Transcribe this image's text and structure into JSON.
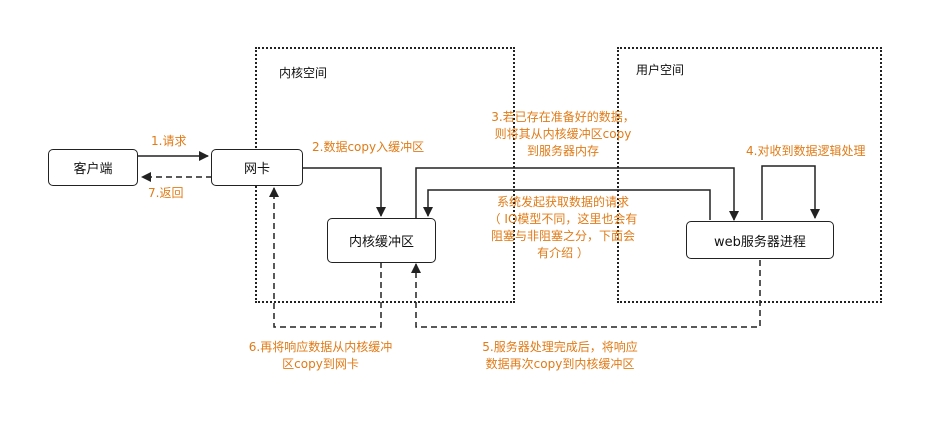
{
  "regions": {
    "kernel": "内核空间",
    "user": "用户空间"
  },
  "nodes": {
    "client": "客户端",
    "nic": "网卡",
    "kernel_buffer": "内核缓冲区",
    "web_server": "web服务器进程"
  },
  "steps": {
    "s1": "1.请求",
    "s2": "2.数据copy入缓冲区",
    "s3": [
      "3.若已存在准备好的数据，",
      "则将其从内核缓冲区copy",
      "到服务器内存"
    ],
    "s4": "4.对收到数据逻辑处理",
    "s5": [
      "5.服务器处理完成后，将响应",
      "数据再次copy到内核缓冲区"
    ],
    "s6": [
      "6.再将响应数据从内核缓冲",
      "区copy到网卡"
    ],
    "s7": "7.返回",
    "syscall_note": [
      "系统发起获取数据的请求",
      "（ IO模型不同，这里也会有",
      "阻塞与非阻塞之分，下面会",
      "有介绍 ）"
    ]
  },
  "colors": {
    "accent": "#e07b17",
    "stroke": "#222222"
  }
}
